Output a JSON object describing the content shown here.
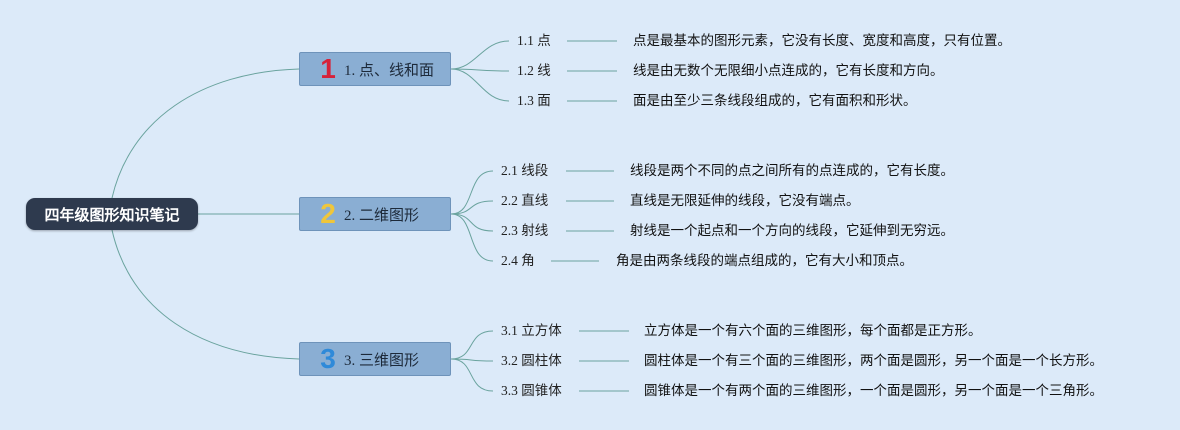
{
  "root": {
    "label": "四年级图形知识笔记"
  },
  "colors": {
    "line": "#6aa39e"
  },
  "branches": [
    {
      "badge": "1",
      "badge_color": "#d6223a",
      "label": "1. 点、线和面",
      "items": [
        {
          "label": "1.1 点",
          "desc": "点是最基本的图形元素，它没有长度、宽度和高度，只有位置。"
        },
        {
          "label": "1.2 线",
          "desc": "线是由无数个无限细小点连成的，它有长度和方向。"
        },
        {
          "label": "1.3 面",
          "desc": "面是由至少三条线段组成的，它有面积和形状。"
        }
      ]
    },
    {
      "badge": "2",
      "badge_color": "#f0c63a",
      "label": "2. 二维图形",
      "items": [
        {
          "label": "2.1 线段",
          "desc": "线段是两个不同的点之间所有的点连成的，它有长度。"
        },
        {
          "label": "2.2 直线",
          "desc": "直线是无限延伸的线段，它没有端点。"
        },
        {
          "label": "2.3 射线",
          "desc": "射线是一个起点和一个方向的线段，它延伸到无穷远。"
        },
        {
          "label": "2.4 角",
          "desc": "角是由两条线段的端点组成的，它有大小和顶点。"
        }
      ]
    },
    {
      "badge": "3",
      "badge_color": "#2f8ad9",
      "label": "3. 三维图形",
      "items": [
        {
          "label": "3.1 立方体",
          "desc": "立方体是一个有六个面的三维图形，每个面都是正方形。"
        },
        {
          "label": "3.2 圆柱体",
          "desc": "圆柱体是一个有三个面的三维图形，两个面是圆形，另一个面是一个长方形。"
        },
        {
          "label": "3.3 圆锥体",
          "desc": "圆锥体是一个有两个面的三维图形，一个面是圆形，另一个面是一个三角形。"
        }
      ]
    }
  ]
}
